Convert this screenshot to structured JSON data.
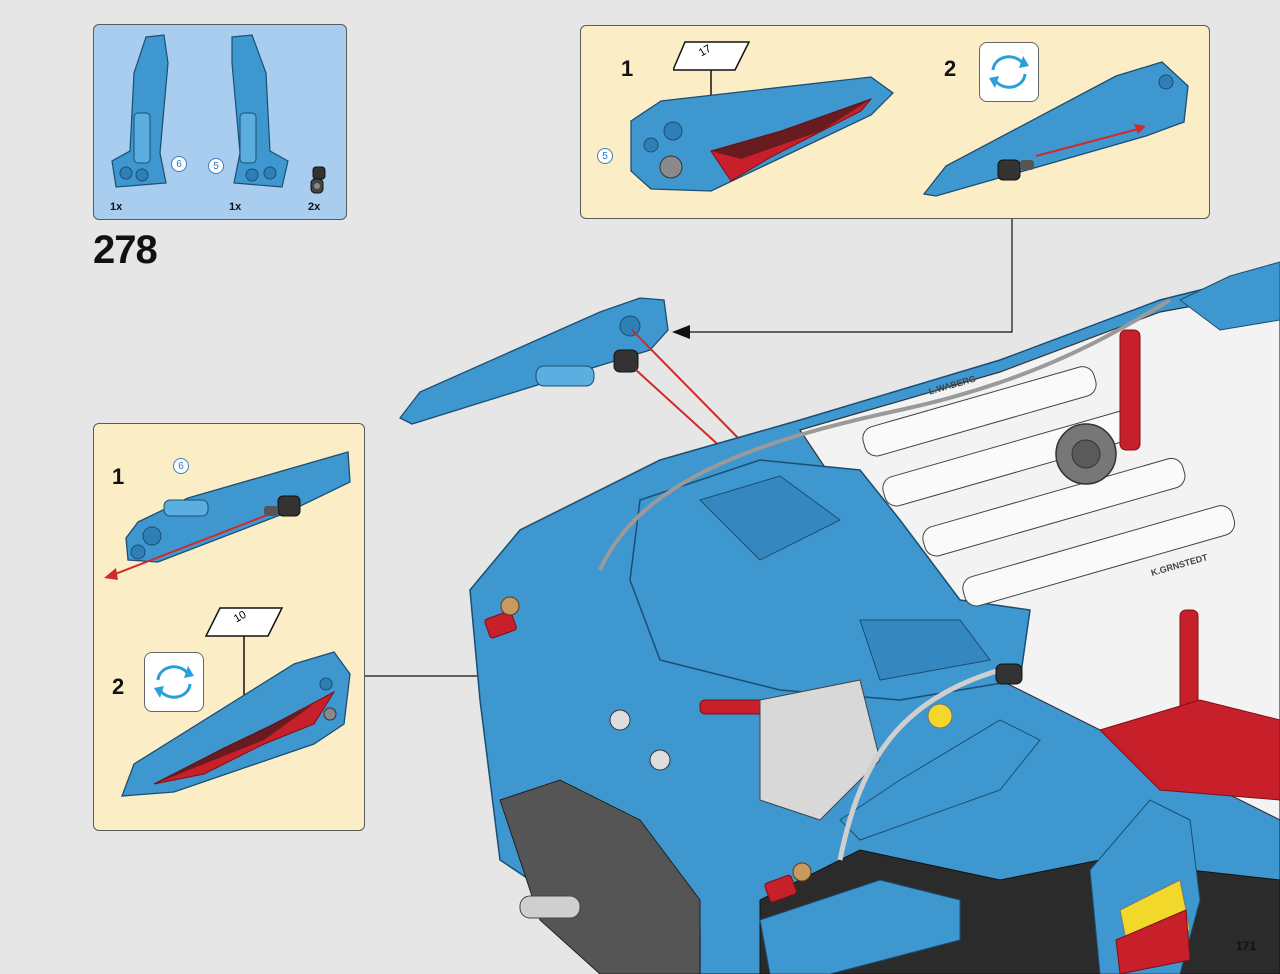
{
  "parts_list": {
    "items": [
      {
        "qty": "1x",
        "callout": "6"
      },
      {
        "qty": "1x",
        "callout": "5"
      },
      {
        "qty": "2x",
        "callout": ""
      }
    ]
  },
  "step": {
    "number": "278"
  },
  "sub_top": {
    "steps": [
      {
        "number": "1"
      },
      {
        "number": "2"
      }
    ],
    "callout": "5",
    "sticker": "17"
  },
  "sub_left": {
    "steps": [
      {
        "number": "1"
      },
      {
        "number": "2"
      }
    ],
    "callout": "6",
    "sticker": "10"
  },
  "model": {
    "sticker_left": "L.WABERG",
    "sticker_right": "K.GRNSTEDT"
  },
  "page": {
    "number": "171"
  },
  "colors": {
    "part_blue": "#3f97cf",
    "part_red": "#c8202a",
    "panel_bg": "#fbeec6",
    "parts_bg": "#a9cdee",
    "arrow_red": "#d12a2a"
  },
  "icons": [
    "rotate-icon",
    "sticker-icon",
    "arrow-icon"
  ]
}
